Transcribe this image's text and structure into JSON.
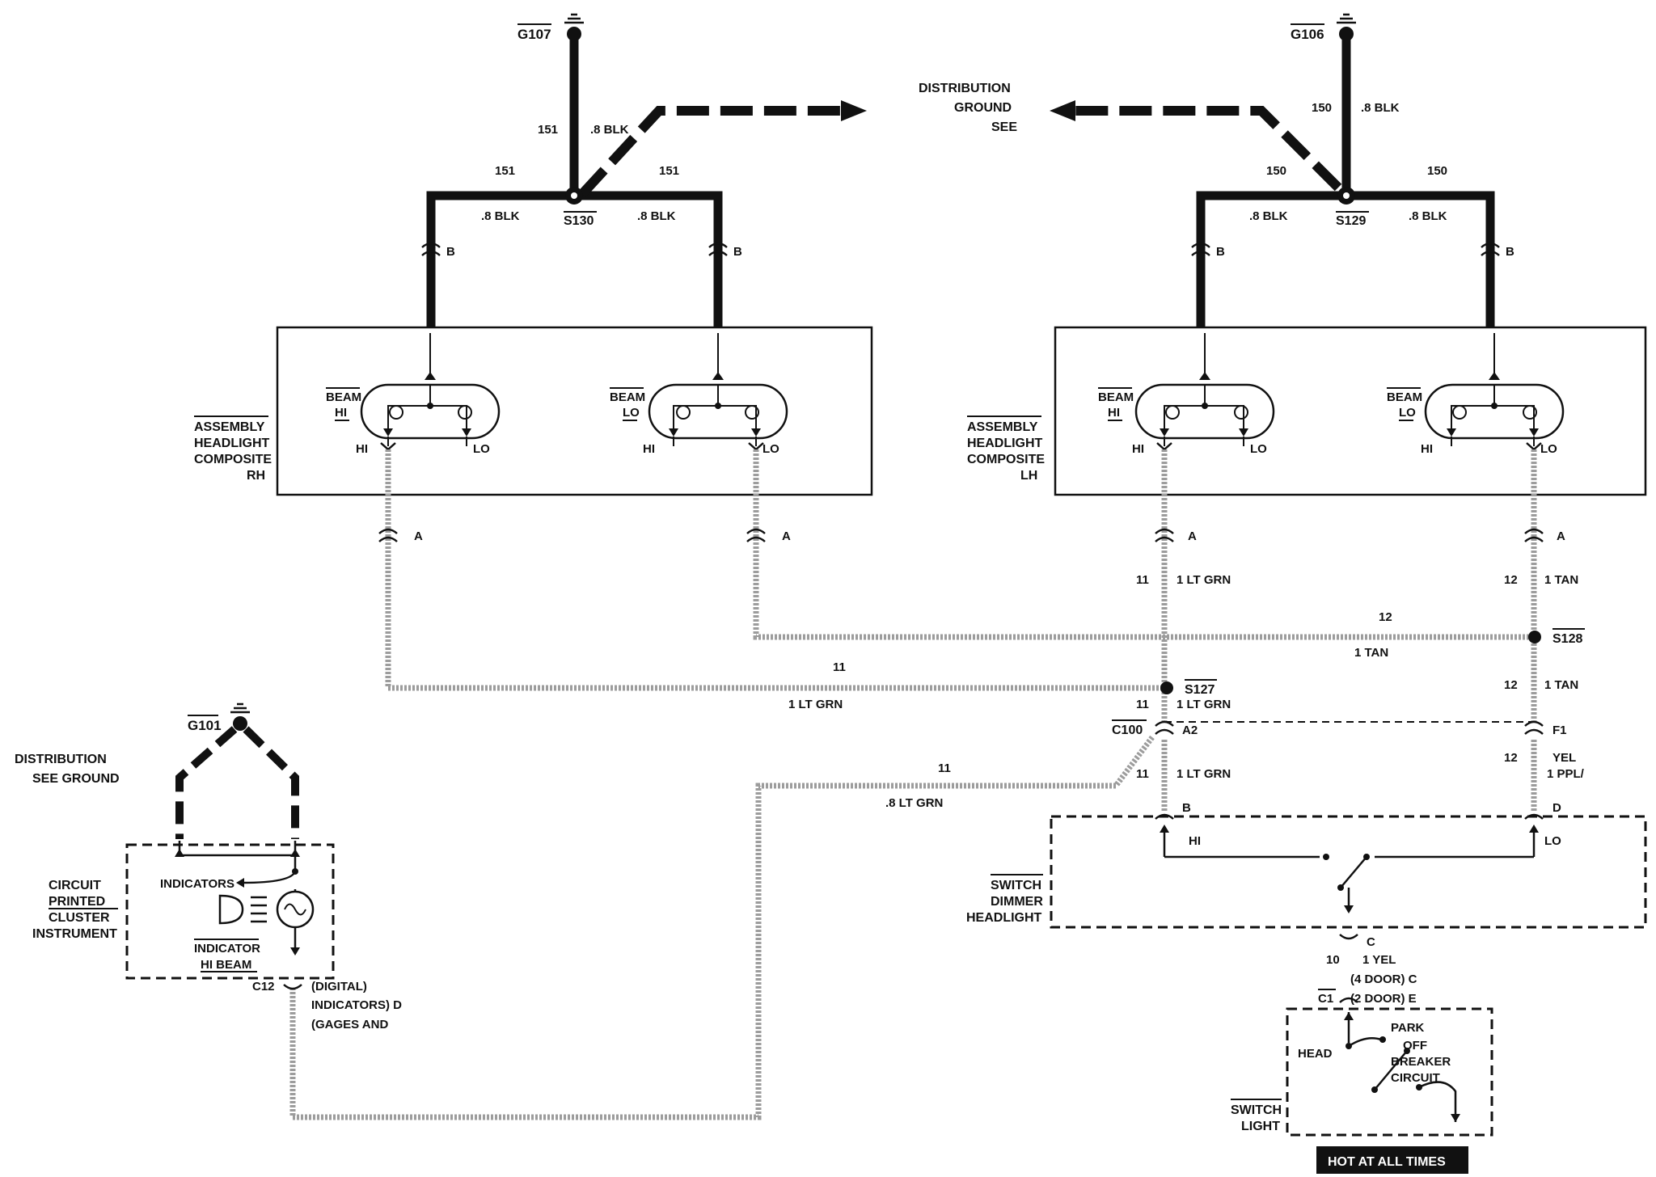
{
  "ground_points": {
    "g107": "G107",
    "g106": "G106",
    "g101": "G101"
  },
  "splices": {
    "s130": "S130",
    "s129": "S129",
    "s128": "S128",
    "s127": "S127"
  },
  "connectors": {
    "c100": "C100",
    "c12": "C12",
    "c1": "C1"
  },
  "ground_distribution": {
    "line1": "SEE",
    "line2": "GROUND",
    "line3": "DISTRIBUTION"
  },
  "ground_distribution_2": {
    "line1": "SEE GROUND",
    "line2": "DISTRIBUTION"
  },
  "wires": {
    "blk_151": ".8 BLK",
    "num_151": "151",
    "blk_150": ".8 BLK",
    "num_150": "150",
    "ltgrn_1": "1 LT GRN",
    "ltgrn_08": ".8 LT GRN",
    "num_11": "11",
    "tan_1": "1 TAN",
    "num_12": "12",
    "ppl_yel_a": "1 PPL/",
    "ppl_yel_b": "YEL",
    "yel_1": "1 YEL",
    "num_10": "10"
  },
  "pins": {
    "a": "A",
    "b": "B",
    "c": "C",
    "d": "D",
    "a2": "A2",
    "f1": "F1"
  },
  "rh_headlight": {
    "line1": "RH",
    "line2": "COMPOSITE",
    "line3": "HEADLIGHT",
    "line4": "ASSEMBLY"
  },
  "lh_headlight": {
    "line1": "LH",
    "line2": "COMPOSITE",
    "line3": "HEADLIGHT",
    "line4": "ASSEMBLY"
  },
  "beams": {
    "hi": "HI",
    "lo": "LO",
    "beam": "BEAM"
  },
  "dimmer_switch": {
    "line1": "HEADLIGHT",
    "line2": "DIMMER",
    "line3": "SWITCH",
    "hi": "HI",
    "lo": "LO"
  },
  "light_switch": {
    "line1": "LIGHT",
    "line2": "SWITCH",
    "cb1": "CIRCUIT",
    "cb2": "BREAKER",
    "off": "OFF",
    "park": "PARK",
    "head": "HEAD"
  },
  "door_labels": {
    "two_door": "(2 DOOR) E",
    "four_door": "(4 DOOR) C"
  },
  "hot_banner": "HOT AT ALL TIMES",
  "instrument_cluster": {
    "line1": "INSTRUMENT",
    "line2": "CLUSTER",
    "line3": "PRINTED",
    "line4": "CIRCUIT"
  },
  "hi_beam_indicator": {
    "line1": "HI BEAM",
    "line2": "INDICATOR"
  },
  "indicators": "INDICATORS",
  "gages_label": {
    "line1": "(GAGES AND",
    "line2": "INDICATORS) D",
    "line3": "(DIGITAL)"
  }
}
